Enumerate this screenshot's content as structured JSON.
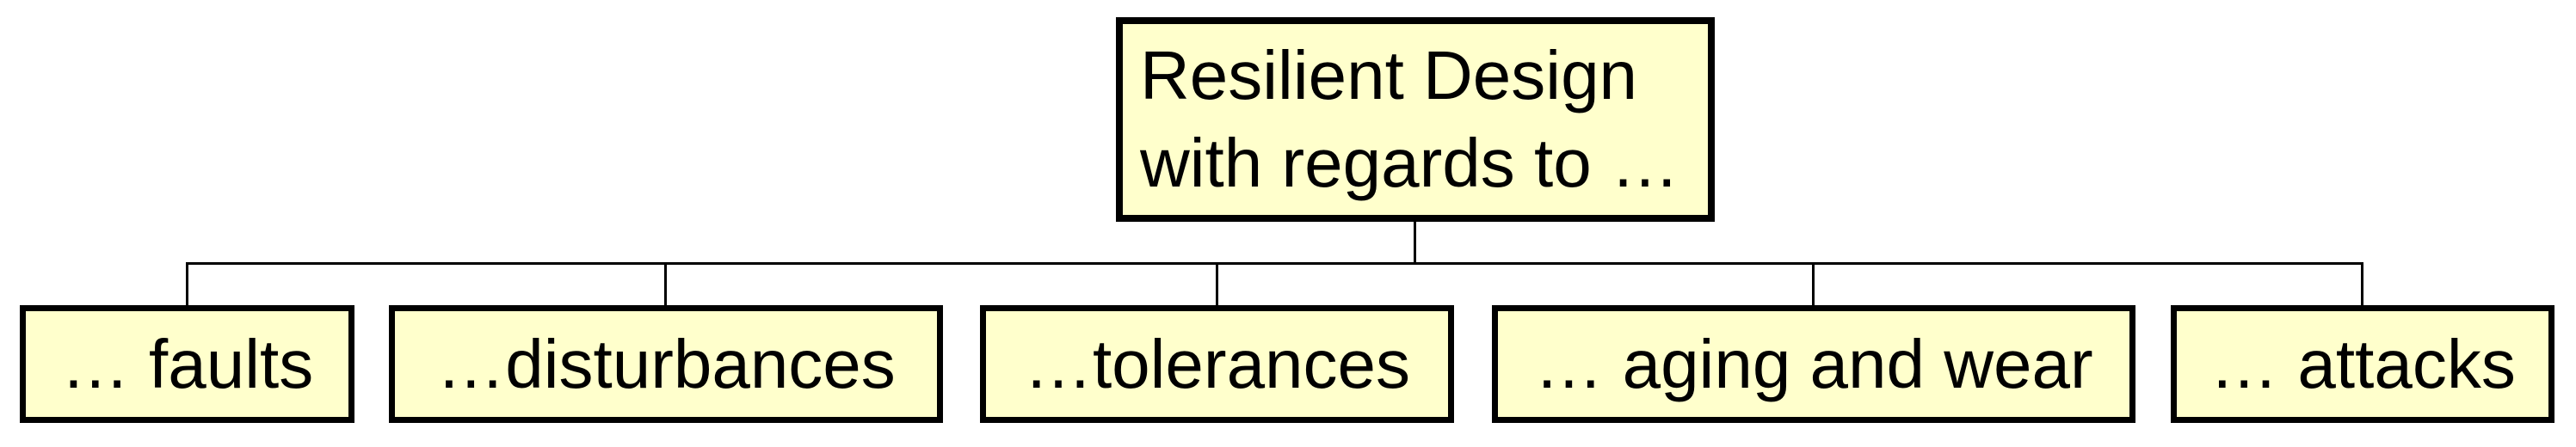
{
  "diagram": {
    "type": "hierarchy-tree",
    "colors": {
      "background": "#FFFFFF",
      "node_fill": "#FFFFCC",
      "node_border": "#000000",
      "connector": "#000000",
      "text": "#000000"
    },
    "root": {
      "label": "Resilient Design with regards to …",
      "label_lines": [
        "Resilient Design",
        "with regards to …"
      ]
    },
    "children": [
      {
        "label": "… faults"
      },
      {
        "label": "…disturbances"
      },
      {
        "label": "…tolerances"
      },
      {
        "label": "… aging and wear"
      },
      {
        "label": "… attacks"
      }
    ]
  }
}
